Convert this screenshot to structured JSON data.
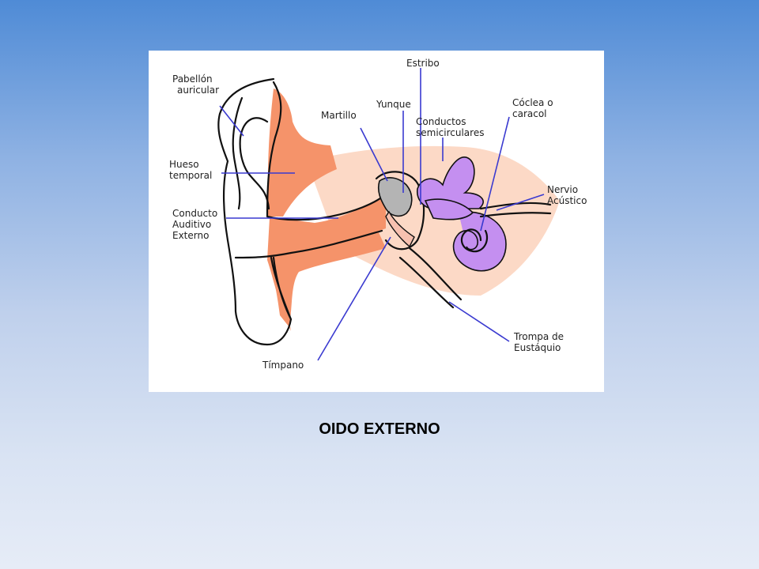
{
  "caption": "OIDO EXTERNO",
  "labels": {
    "pabellon": [
      "Pabellón",
      "auricular"
    ],
    "hueso": [
      "Hueso",
      "temporal"
    ],
    "conducto": [
      "Conducto",
      "Auditivo",
      "Externo"
    ],
    "martillo": [
      "Martillo"
    ],
    "yunque": [
      "Yunque"
    ],
    "estribo": [
      "Estribo"
    ],
    "semicirculares": [
      "Conductos",
      "semicirculares"
    ],
    "coclea": [
      "Cóclea o",
      "caracol"
    ],
    "nervio": [
      "Nervio",
      "Acústico"
    ],
    "trompa": [
      "Trompa de",
      "Eustáquio"
    ],
    "timpano": [
      "Tímpano"
    ]
  },
  "colors": {
    "outer_tissue": "#f5936a",
    "bone": "#fcd9c6",
    "inner_ear": "#c48ff0",
    "middle_bones": "#b4b4b4",
    "leader_lines": "#3a3ad0"
  }
}
